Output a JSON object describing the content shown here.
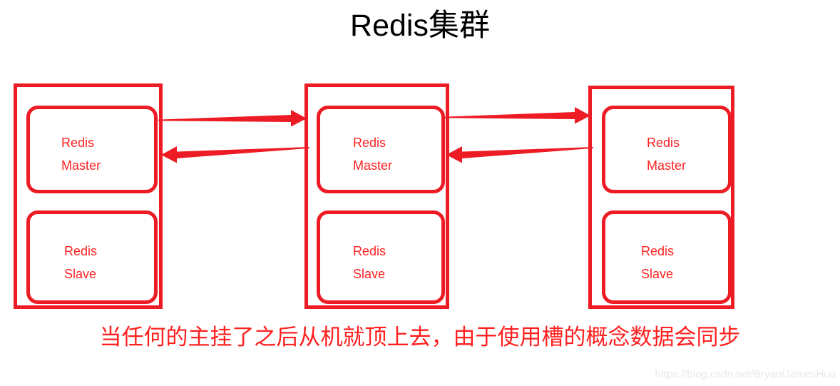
{
  "title": "Redis集群",
  "colors": {
    "accent_red": "#ED1C24",
    "text_red": "#FF2222",
    "caption_red": "#FF2020",
    "title_black": "#000000",
    "watermark_gray": "#E8E8E8",
    "background": "#FFFFFF"
  },
  "groups": [
    {
      "id": "left",
      "name": "redis-node-group-left",
      "nodes": [
        {
          "role": "master",
          "line1": "Redis",
          "line2": "Master"
        },
        {
          "role": "slave",
          "line1": "Redis",
          "line2": "Slave"
        }
      ]
    },
    {
      "id": "middle",
      "name": "redis-node-group-middle",
      "nodes": [
        {
          "role": "master",
          "line1": "Redis",
          "line2": "Master"
        },
        {
          "role": "slave",
          "line1": "Redis",
          "line2": "Slave"
        }
      ]
    },
    {
      "id": "right",
      "name": "redis-node-group-right",
      "nodes": [
        {
          "role": "master",
          "line1": "Redis",
          "line2": "Master"
        },
        {
          "role": "slave",
          "line1": "Redis",
          "line2": "Slave"
        }
      ]
    }
  ],
  "connections": [
    {
      "id": "left-middle-top",
      "from": "left",
      "to": "middle",
      "direction": "right"
    },
    {
      "id": "left-middle-bot",
      "from": "middle",
      "to": "left",
      "direction": "left"
    },
    {
      "id": "middle-right-top",
      "from": "middle",
      "to": "right",
      "direction": "right"
    },
    {
      "id": "middle-right-bot",
      "from": "right",
      "to": "middle",
      "direction": "left"
    }
  ],
  "caption": "当任何的主挂了之后从机就顶上去，由于使用槽的概念数据会同步",
  "watermark": "https://blog.csdn.net/BryantJamesHua"
}
